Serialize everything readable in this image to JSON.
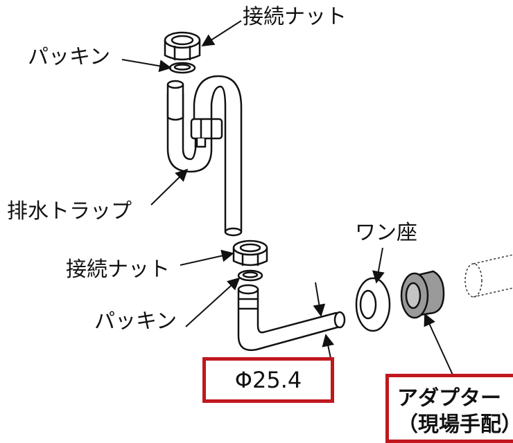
{
  "labels": {
    "nut_top": "接続ナット",
    "packing_top": "パッキン",
    "trap": "排水トラップ",
    "nut_mid": "接続ナット",
    "packing_mid": "パッキン",
    "washer": "ワン座"
  },
  "dimension": "Φ25.4",
  "adapter": {
    "line1": "アダプター",
    "line2": "（現場手配）"
  },
  "colors": {
    "highlight_border": "#c0181e",
    "line": "#111111",
    "adapter_fill": "#9a9a9a"
  }
}
